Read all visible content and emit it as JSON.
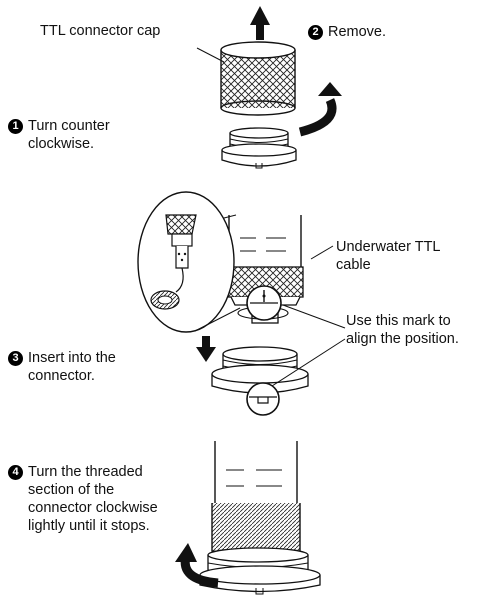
{
  "labels": {
    "cap": "TTL connector cap",
    "cable": "Underwater TTL cable",
    "cable_line1": "Underwater TTL",
    "cable_line2": "cable",
    "mark_line1": "Use this mark to",
    "mark_line2": "align the position."
  },
  "steps": [
    {
      "number": "1",
      "lines": [
        "Turn counter",
        "clockwise."
      ]
    },
    {
      "number": "2",
      "lines": [
        "Remove."
      ]
    },
    {
      "number": "3",
      "lines": [
        "Insert into the",
        "connector."
      ]
    },
    {
      "number": "4",
      "lines": [
        "Turn the threaded",
        "section of the",
        "connector clockwise",
        "lightly until it stops."
      ]
    }
  ]
}
